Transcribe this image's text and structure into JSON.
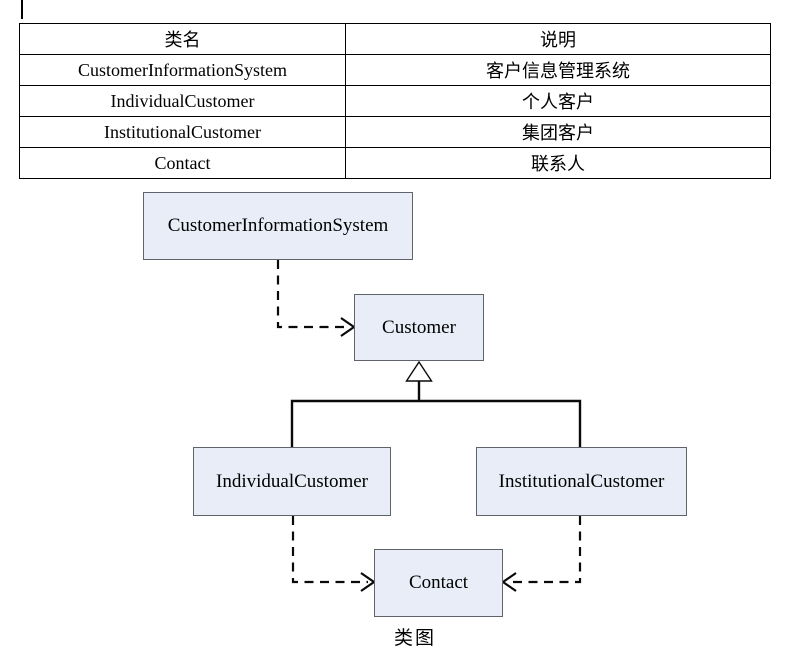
{
  "table": {
    "headers": [
      "类名",
      "说明"
    ],
    "rows": [
      {
        "name": "CustomerInformationSystem",
        "desc": "客户信息管理系统"
      },
      {
        "name": "IndividualCustomer",
        "desc": "个人客户"
      },
      {
        "name": "InstitutionalCustomer",
        "desc": "集团客户"
      },
      {
        "name": "Contact",
        "desc": "联系人"
      }
    ]
  },
  "diagram": {
    "nodes": {
      "cis": {
        "label": "CustomerInformationSystem"
      },
      "customer": {
        "label": "Customer"
      },
      "individual": {
        "label": "IndividualCustomer"
      },
      "institutional": {
        "label": "InstitutionalCustomer"
      },
      "contact": {
        "label": "Contact"
      }
    },
    "edges": [
      {
        "from": "CustomerInformationSystem",
        "to": "Customer",
        "type": "dependency",
        "style": "dashed-open-arrow"
      },
      {
        "from": "IndividualCustomer",
        "to": "Customer",
        "type": "generalization",
        "style": "solid-hollow-triangle"
      },
      {
        "from": "InstitutionalCustomer",
        "to": "Customer",
        "type": "generalization",
        "style": "solid-hollow-triangle"
      },
      {
        "from": "IndividualCustomer",
        "to": "Contact",
        "type": "dependency",
        "style": "dashed-open-arrow"
      },
      {
        "from": "InstitutionalCustomer",
        "to": "Contact",
        "type": "dependency",
        "style": "dashed-open-arrow"
      }
    ],
    "caption": "类图"
  },
  "colors": {
    "node_fill": "#e8edf7",
    "node_border": "#5f646b",
    "line": "#0a0a0a",
    "background": "#ffffff"
  }
}
